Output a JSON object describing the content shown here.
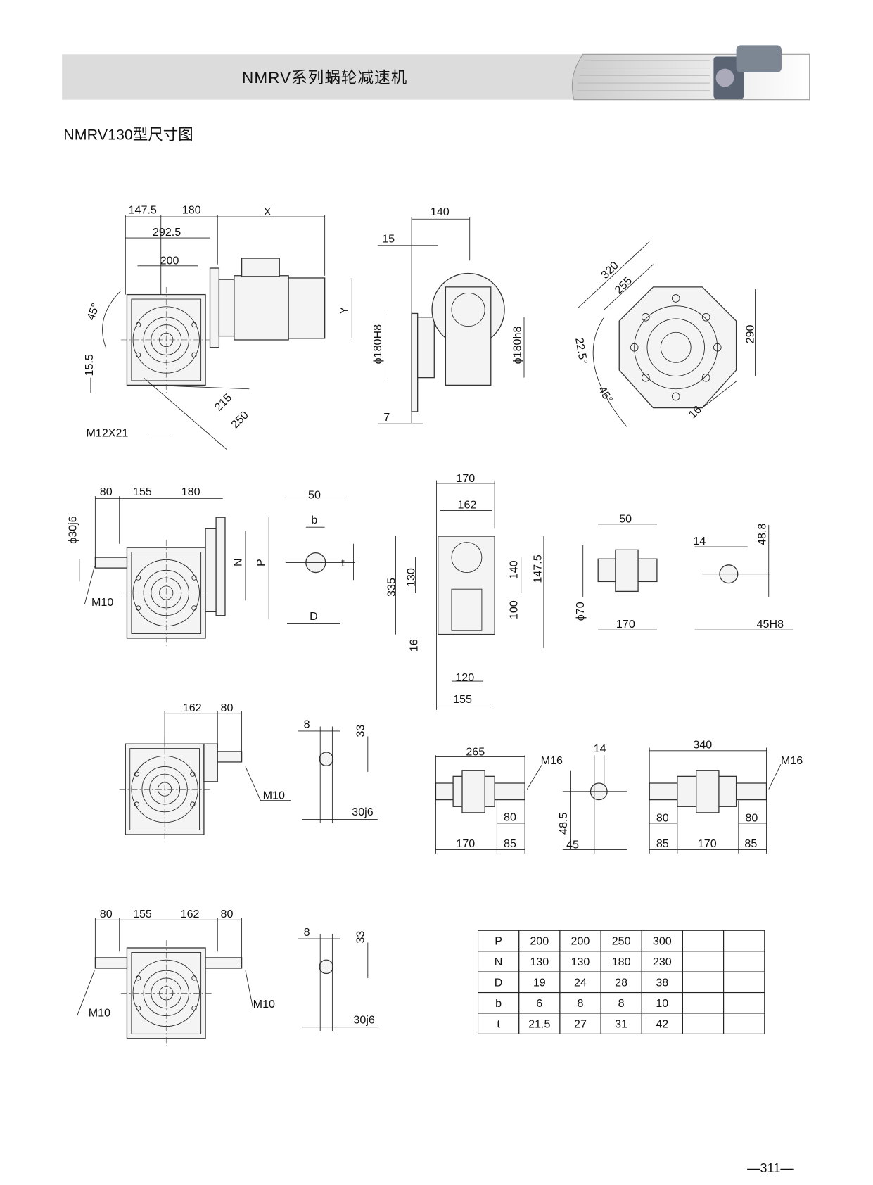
{
  "header": {
    "title": "NMRV系列蜗轮减速机",
    "subtitle": "NMRV130型尺寸图"
  },
  "fig1": {
    "d1": "147.5",
    "d2": "180",
    "d3": "X",
    "d4": "292.5",
    "d5": "200",
    "d6": "45°",
    "d7": "15.5",
    "d8": "215",
    "d9": "250",
    "d10": "M12X21",
    "d11": "Y"
  },
  "fig2": {
    "d1": "140",
    "d2": "15",
    "d3": "ϕ180H8",
    "d4": "ϕ180h8",
    "d5": "7"
  },
  "fig3": {
    "d1": "320",
    "d2": "255",
    "d3": "290",
    "d4": "22.5°",
    "d5": "45°",
    "d6": "16"
  },
  "fig4": {
    "d1": "80",
    "d2": "155",
    "d3": "180",
    "d4": "ϕ30j6",
    "d5": "M10",
    "d6": "N",
    "d7": "P"
  },
  "fig5": {
    "d1": "50",
    "d2": "b",
    "d3": "t",
    "d4": "D"
  },
  "fig6": {
    "d1": "170",
    "d2": "162",
    "d3": "335",
    "d4": "130",
    "d5": "140",
    "d6": "147.5",
    "d7": "100",
    "d8": "16",
    "d9": "120",
    "d10": "155"
  },
  "fig7": {
    "d1": "50",
    "d2": "ϕ70",
    "d3": "170"
  },
  "fig8": {
    "d1": "14",
    "d2": "48.8",
    "d3": "45H8"
  },
  "fig9": {
    "d1": "162",
    "d2": "80",
    "d3": "M10"
  },
  "fig10": {
    "d1": "8",
    "d2": "33",
    "d3": "30j6"
  },
  "fig11": {
    "d1": "265",
    "d2": "M16",
    "d3": "80",
    "d4": "170",
    "d5": "85"
  },
  "fig12": {
    "d1": "14",
    "d2": "48.5",
    "d3": "45"
  },
  "fig13": {
    "d1": "340",
    "d2": "M16",
    "d3": "80",
    "d4": "80",
    "d5": "85",
    "d6": "170",
    "d7": "85"
  },
  "fig14": {
    "d1": "80",
    "d2": "155",
    "d3": "162",
    "d4": "80",
    "d5": "M10",
    "d6": "M10"
  },
  "fig15": {
    "d1": "8",
    "d2": "33",
    "d3": "30j6"
  },
  "table": {
    "rows": [
      [
        "P",
        "200",
        "200",
        "250",
        "300",
        "",
        ""
      ],
      [
        "N",
        "130",
        "130",
        "180",
        "230",
        "",
        ""
      ],
      [
        "D",
        "19",
        "24",
        "28",
        "38",
        "",
        ""
      ],
      [
        "b",
        "6",
        "8",
        "8",
        "10",
        "",
        ""
      ],
      [
        "t",
        "21.5",
        "27",
        "31",
        "42",
        "",
        ""
      ]
    ]
  },
  "page_number": "—311—"
}
